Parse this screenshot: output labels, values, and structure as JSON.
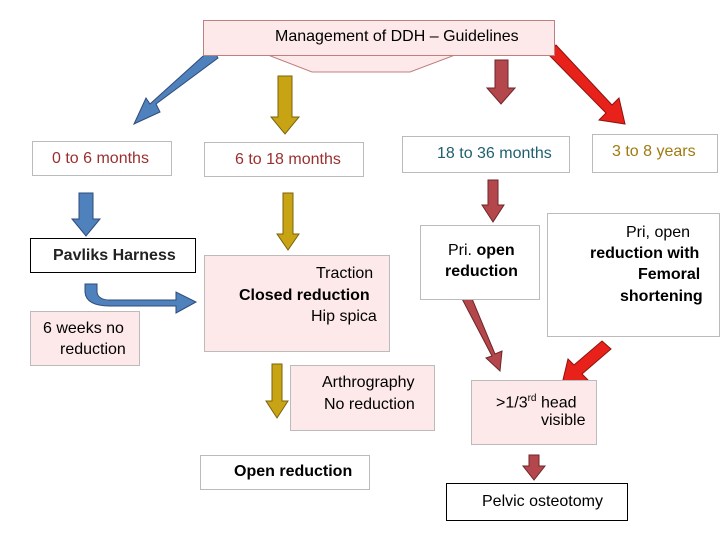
{
  "title": "Management of DDH – Guidelines",
  "age_groups": {
    "g1": "0 to 6 months",
    "g2": "6 to 18 months",
    "g3": "18 to 36 months",
    "g4": "3 to 8 years"
  },
  "nodes": {
    "pavlik": "Pavliks Harness",
    "six_weeks_1": "6 weeks no",
    "six_weeks_2": "reduction",
    "traction_1": "Traction",
    "traction_2": "Closed reduction",
    "traction_3": "Hip spica",
    "arthro_1": "Arthrography",
    "arthro_2": "No reduction",
    "open_reduction": "Open reduction",
    "pri_open_1": "Pri.",
    "pri_open_1b": "open",
    "pri_open_2": "reduction",
    "femoral_1": "Pri, open",
    "femoral_2": "reduction with",
    "femoral_3": "Femoral",
    "femoral_4": "shortening",
    "head_1": ">1/3",
    "head_sup": "rd",
    "head_1b": " head",
    "head_2": "visible",
    "pelvic": "Pelvic osteotomy"
  },
  "colors": {
    "blue": "#4f81bd",
    "gold": "#c8a414",
    "brown": "#b4474c",
    "red": "#e8211b",
    "g1_text": "#9b2f2f",
    "g3_text": "#1f5f6f",
    "g4_text": "#a07a10"
  }
}
